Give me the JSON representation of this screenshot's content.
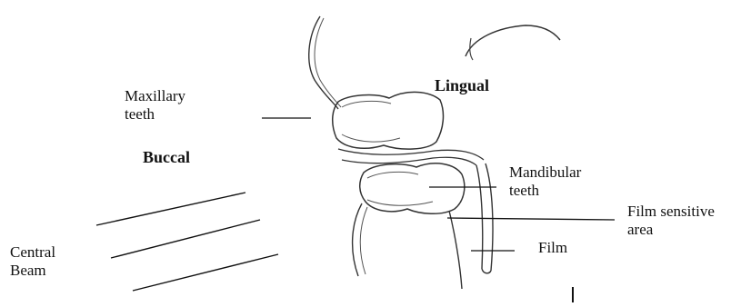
{
  "labels": {
    "maxillary_teeth": "Maxillary\nteeth",
    "lingual": "Lingual",
    "buccal": "Buccal",
    "mandibular_teeth": "Mandibular\nteeth",
    "film_sensitive_area": "Film sensitive\narea",
    "film": "Film",
    "central_beam": "Central\nBeam"
  },
  "colors": {
    "ink": "#111111",
    "sketch": "#333333",
    "background": "#ffffff"
  }
}
